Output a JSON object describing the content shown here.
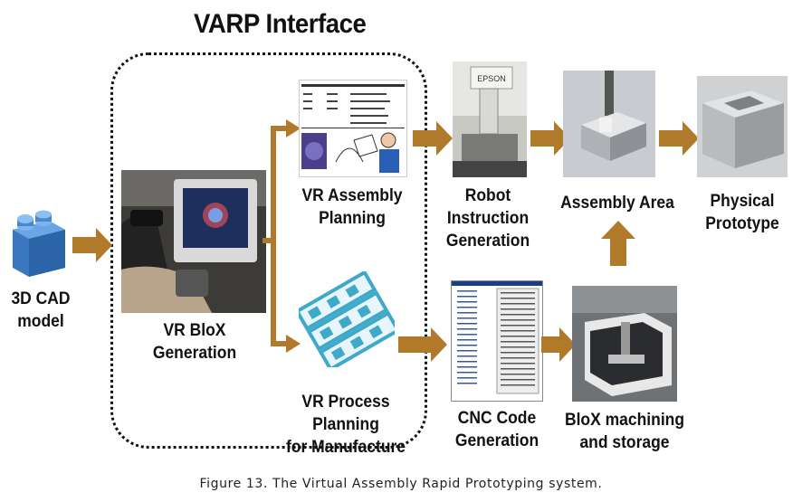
{
  "title": "VARP Interface",
  "caption": "Figure 13. The Virtual Assembly Rapid Prototyping system.",
  "labels": {
    "cad_model": [
      "3D CAD",
      "model"
    ],
    "vr_blox": [
      "VR BloX",
      "Generation"
    ],
    "vr_assembly": [
      "VR Assembly",
      "Planning"
    ],
    "vr_process": [
      "VR Process Planning",
      "for Manufacture"
    ],
    "robot": [
      "Robot",
      "Instruction",
      "Generation"
    ],
    "cnc": [
      "CNC Code",
      "Generation"
    ],
    "assembly_area": [
      "Assembly Area"
    ],
    "blox_machining": [
      "BloX machining",
      "and storage"
    ],
    "physical_prototype": [
      "Physical",
      "Prototype"
    ]
  },
  "robot_photo_text": "EPSON",
  "colors": {
    "arrow": "#b07a2a",
    "cad_block": "#4a86cc",
    "blox_pattern": "#3fa9c9"
  }
}
